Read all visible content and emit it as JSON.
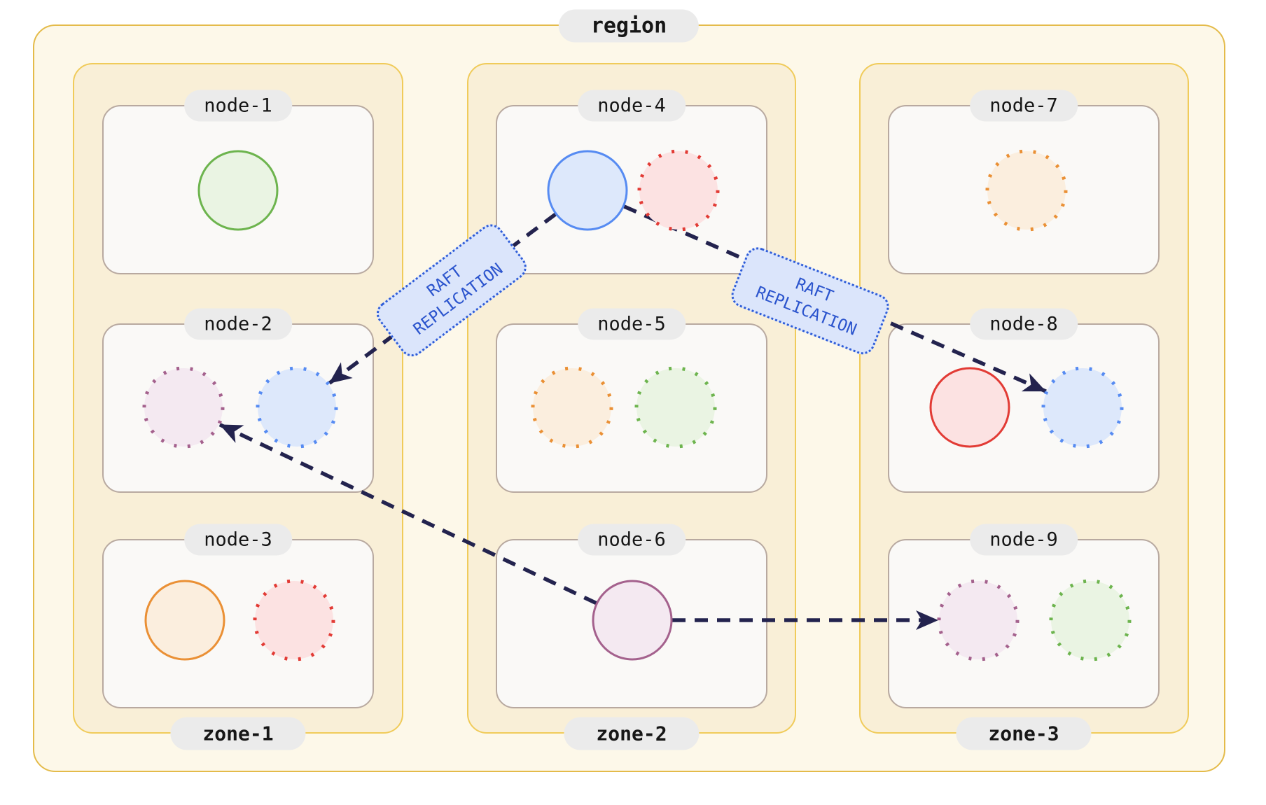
{
  "diagram": {
    "region": {
      "label": "region"
    },
    "zones": [
      {
        "label": "zone-1",
        "nodes": [
          {
            "id": "node-1",
            "label": "node-1",
            "replicas": [
              {
                "color": "green",
                "style": "solid"
              }
            ]
          },
          {
            "id": "node-2",
            "label": "node-2",
            "replicas": [
              {
                "color": "purple",
                "style": "dotted"
              },
              {
                "color": "blue",
                "style": "dotted"
              }
            ]
          },
          {
            "id": "node-3",
            "label": "node-3",
            "replicas": [
              {
                "color": "orange",
                "style": "solid"
              },
              {
                "color": "red",
                "style": "dotted"
              }
            ]
          }
        ]
      },
      {
        "label": "zone-2",
        "nodes": [
          {
            "id": "node-4",
            "label": "node-4",
            "replicas": [
              {
                "color": "blue",
                "style": "solid"
              },
              {
                "color": "red",
                "style": "dotted"
              }
            ]
          },
          {
            "id": "node-5",
            "label": "node-5",
            "replicas": [
              {
                "color": "orange",
                "style": "dotted"
              },
              {
                "color": "green",
                "style": "dotted"
              }
            ]
          },
          {
            "id": "node-6",
            "label": "node-6",
            "replicas": [
              {
                "color": "purple",
                "style": "solid"
              }
            ]
          }
        ]
      },
      {
        "label": "zone-3",
        "nodes": [
          {
            "id": "node-7",
            "label": "node-7",
            "replicas": [
              {
                "color": "orange",
                "style": "dotted"
              }
            ]
          },
          {
            "id": "node-8",
            "label": "node-8",
            "replicas": [
              {
                "color": "red",
                "style": "solid"
              },
              {
                "color": "blue",
                "style": "dotted"
              }
            ]
          },
          {
            "id": "node-9",
            "label": "node-9",
            "replicas": [
              {
                "color": "purple",
                "style": "dotted"
              },
              {
                "color": "green",
                "style": "dotted"
              }
            ]
          }
        ]
      }
    ],
    "connections": [
      {
        "from": "node-4",
        "from_replica": 0,
        "to": "node-2",
        "to_replica": 1,
        "label": "RAFT REPLICATION"
      },
      {
        "from": "node-4",
        "from_replica": 0,
        "to": "node-8",
        "to_replica": 1,
        "label": "RAFT REPLICATION"
      },
      {
        "from": "node-6",
        "from_replica": 0,
        "to": "node-2",
        "to_replica": 0,
        "label": ""
      },
      {
        "from": "node-6",
        "from_replica": 0,
        "to": "node-9",
        "to_replica": 0,
        "label": ""
      }
    ],
    "palette": {
      "green": {
        "stroke": "#6db44e",
        "fill": "#eaf4e3"
      },
      "blue": {
        "stroke": "#568bf2",
        "fill": "#dde8fb"
      },
      "red": {
        "stroke": "#e23b35",
        "fill": "#fce2e2"
      },
      "orange": {
        "stroke": "#ea9035",
        "fill": "#fbeede"
      },
      "purple": {
        "stroke": "#a4618d",
        "fill": "#f4e9f1"
      },
      "arrow": "#23234e",
      "region_border": "#e4bb4a",
      "zone_border": "#f0cb5a",
      "node_border": "#b8a9a0",
      "label_pill_bg": "#ebebeb",
      "raft_label_bg": "#dbe5fb",
      "raft_label_border": "#2f5dd8",
      "raft_label_text": "#2b54cd"
    }
  }
}
